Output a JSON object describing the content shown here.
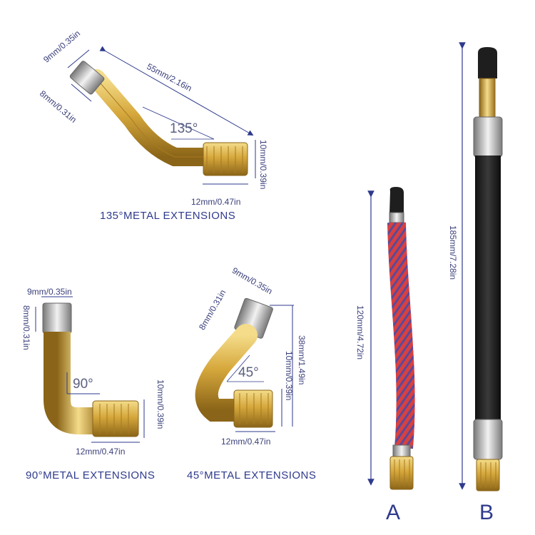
{
  "captions": {
    "c135": "135°METAL EXTENSIONS",
    "c90": "90°METAL EXTENSIONS",
    "c45": "45°METAL EXTENSIONS"
  },
  "angles": {
    "a135": "135°",
    "a90": "90°",
    "a45": "45°"
  },
  "dims": {
    "d135_nut": "9mm/0.35in",
    "d135_thread": "8mm/0.31in",
    "d135_length": "55mm/2.16in",
    "d135_base_h": "10mm/0.39in",
    "d135_base_w": "12mm/0.47in",
    "d90_nut": "9mm/0.35in",
    "d90_thread": "8mm/0.31in",
    "d90_base_h": "10mm/0.39in",
    "d90_base_w": "12mm/0.47in",
    "d45_nut": "9mm/0.35in",
    "d45_thread": "8mm/0.31in",
    "d45_length": "38mm/1.49in",
    "d45_base_h": "10mm/0.39in",
    "d45_base_w": "12mm/0.47in",
    "dA_length": "120mm/4.72in",
    "dB_length": "185mm/7.28in"
  },
  "letters": {
    "A": "A",
    "B": "B"
  },
  "colors": {
    "brass": "#d8b04a",
    "chrome": "#b8bcc4",
    "hose_red": "#d63a3a",
    "hose_black": "#1c1c1c",
    "line": "#2e3a8c"
  }
}
